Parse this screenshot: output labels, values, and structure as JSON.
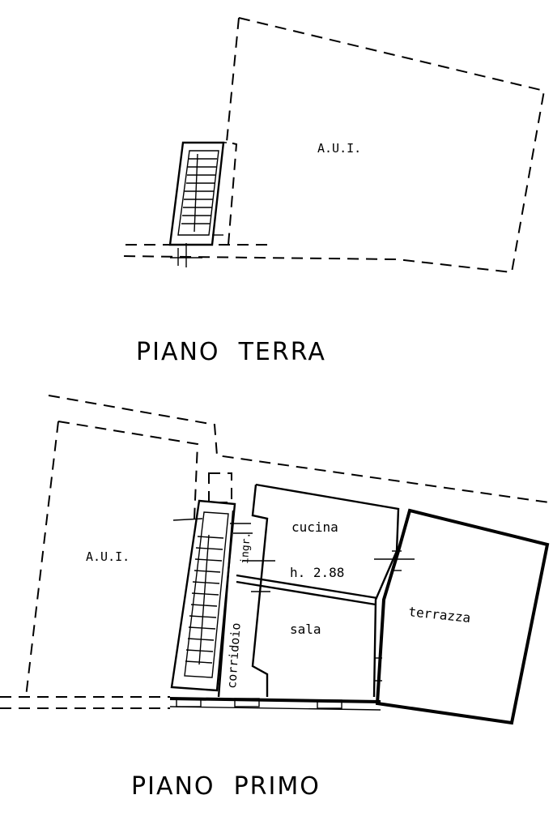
{
  "ground_floor": {
    "title": "PIANO  TERRA",
    "area_label": "A.U.I."
  },
  "first_floor": {
    "title": "PIANO  PRIMO",
    "area_label": "A.U.I.",
    "rooms": {
      "kitchen": "cucina",
      "height": "h. 2.88",
      "living": "sala",
      "corridor": "corridoio",
      "entrance": "ingr.",
      "terrace": "terrazza"
    }
  }
}
